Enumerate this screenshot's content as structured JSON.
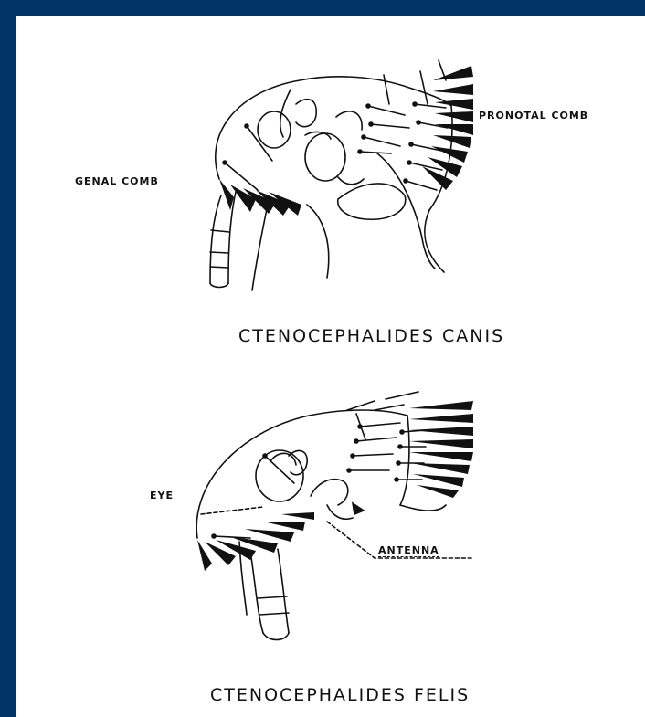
{
  "diagram": {
    "top": {
      "label_genal": "GENAL COMB",
      "label_pronotal": "PRONOTAL COMB",
      "caption": "CTENOCEPHALIDES CANIS"
    },
    "bottom": {
      "label_eye": "EYE",
      "label_antenna": "ANTENNA",
      "caption": "CTENOCEPHALIDES FELIS"
    }
  },
  "colors": {
    "frame": "#003366",
    "paper": "#ffffff",
    "ink": "#111111"
  }
}
